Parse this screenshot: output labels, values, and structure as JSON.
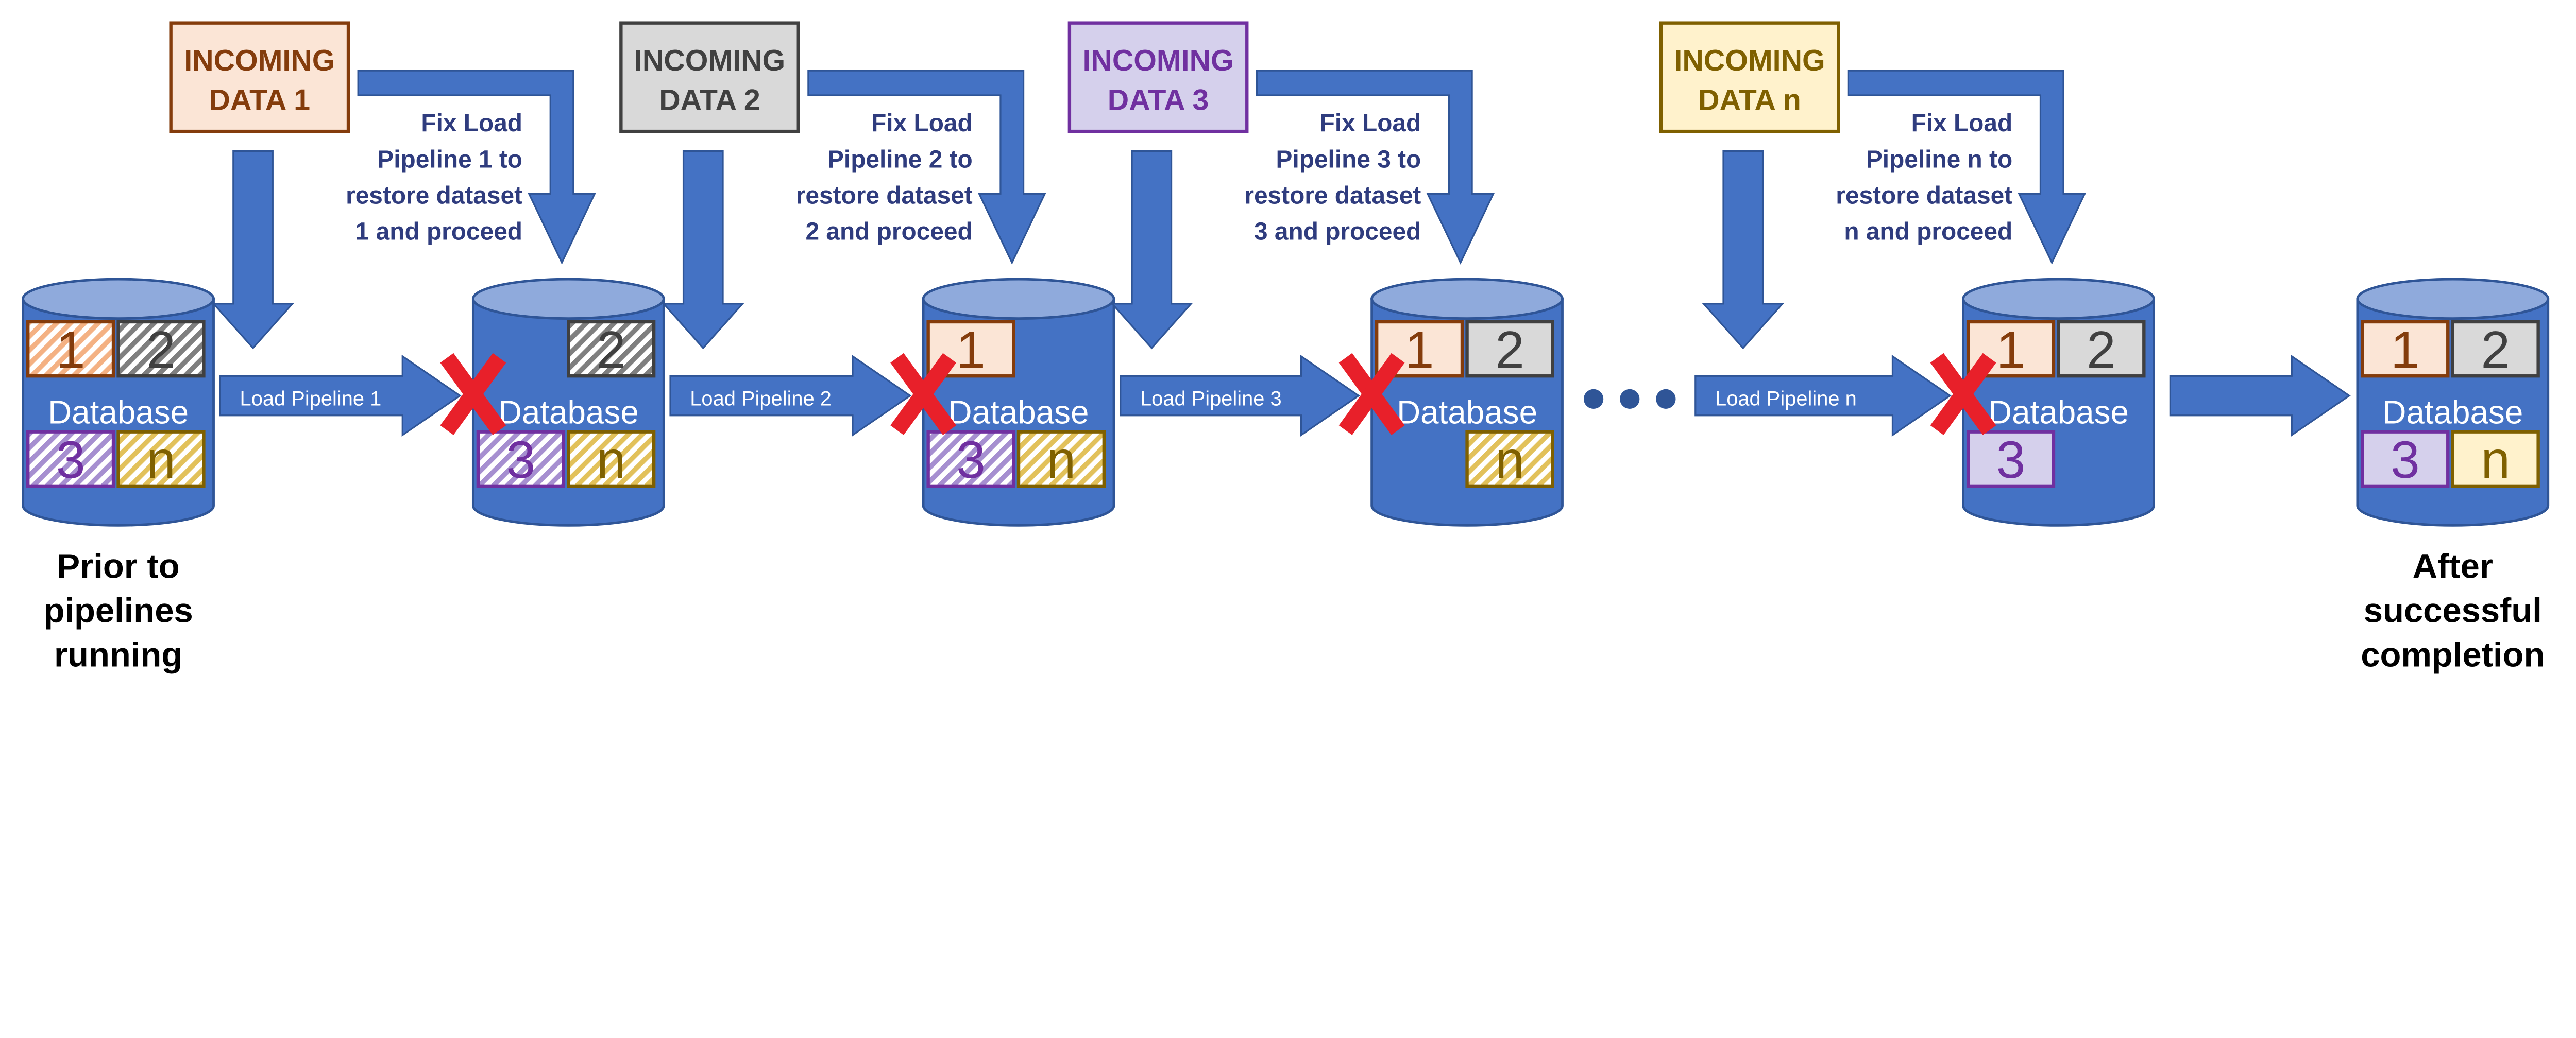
{
  "colors": {
    "cylinder_body": "#4472c4",
    "cylinder_top": "#8faadc",
    "cylinder_stroke": "#2f5597",
    "arrow": "#4472c4",
    "fix_text": "#2f3c7e",
    "x_mark": "#e8202a",
    "caption": "#000000"
  },
  "datasets": {
    "1": {
      "label": "1",
      "fill": "#fbe5d6",
      "stroke": "#843c0c",
      "text": "#843c0c",
      "hatch": "#f4b183"
    },
    "2": {
      "label": "2",
      "fill": "#d9d9d9",
      "stroke": "#404040",
      "text": "#404040",
      "hatch": "#7f7f7f"
    },
    "3": {
      "label": "3",
      "fill": "#d5d0ec",
      "stroke": "#7030a0",
      "text": "#7030a0",
      "hatch": "#a68fd0"
    },
    "n": {
      "label": "n",
      "fill": "#fff2cc",
      "stroke": "#7f6000",
      "text": "#7f6000",
      "hatch": "#e2c15a"
    }
  },
  "database_label": "Database",
  "captions": {
    "start": [
      "Prior to",
      "pipelines",
      "running"
    ],
    "end": [
      "After",
      "successful",
      "completion"
    ]
  },
  "ellipsis": "dots-icon",
  "stages": [
    {
      "id": "initial",
      "blocks": {
        "1": "corrupted",
        "2": "corrupted",
        "3": "corrupted",
        "n": "corrupted"
      }
    },
    {
      "id": "pipeline-1",
      "incoming": [
        "INCOMING",
        "DATA 1"
      ],
      "dataset": "1",
      "load_label": "Load Pipeline 1",
      "fix": [
        "Fix Load",
        "Pipeline 1 to",
        "restore dataset",
        "1 and proceed"
      ],
      "failed": true,
      "blocks": {
        "1": "missing",
        "2": "corrupted",
        "3": "corrupted",
        "n": "corrupted"
      }
    },
    {
      "id": "pipeline-2",
      "incoming": [
        "INCOMING",
        "DATA 2"
      ],
      "dataset": "2",
      "load_label": "Load Pipeline 2",
      "fix": [
        "Fix Load",
        "Pipeline 2 to",
        "restore dataset",
        "2 and proceed"
      ],
      "failed": true,
      "blocks": {
        "1": "restored",
        "2": "missing",
        "3": "corrupted",
        "n": "corrupted"
      }
    },
    {
      "id": "pipeline-3",
      "incoming": [
        "INCOMING",
        "DATA 3"
      ],
      "dataset": "3",
      "load_label": "Load Pipeline 3",
      "fix": [
        "Fix Load",
        "Pipeline 3 to",
        "restore dataset",
        "3 and proceed"
      ],
      "failed": true,
      "blocks": {
        "1": "restored",
        "2": "restored",
        "3": "missing",
        "n": "corrupted"
      }
    },
    {
      "id": "pipeline-n",
      "incoming": [
        "INCOMING",
        "DATA n"
      ],
      "dataset": "n",
      "load_label": "Load Pipeline n",
      "fix": [
        "Fix Load",
        "Pipeline n to",
        "restore dataset",
        "n and proceed"
      ],
      "failed": true,
      "blocks": {
        "1": "restored",
        "2": "restored",
        "3": "restored",
        "n": "missing"
      }
    },
    {
      "id": "final",
      "blocks": {
        "1": "restored",
        "2": "restored",
        "3": "restored",
        "n": "restored"
      }
    }
  ]
}
